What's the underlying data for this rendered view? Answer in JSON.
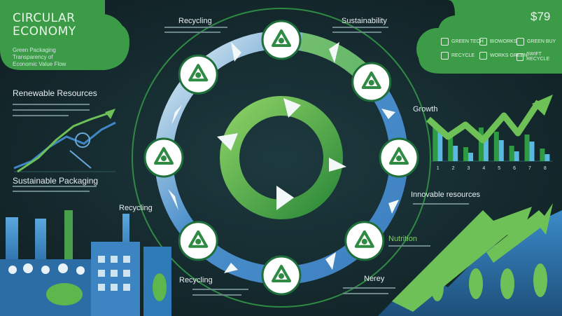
{
  "header": {
    "title_line1": "CIRCULAR",
    "title_line2": "ECONOMY",
    "subtitle_lines": [
      "Green Packaging",
      "Transparency of",
      "Economic Value Flow"
    ]
  },
  "price_tag": "$79",
  "top_labels": {
    "recycling": "Recycling",
    "sustainability": "Sustainability"
  },
  "left_labels": {
    "renewable": "Renewable Resources",
    "packaging": "Sustainable Packaging",
    "recycling_mid": "Recycling",
    "recycling_bottom": "Recycling"
  },
  "right_labels": {
    "growth": "Growth",
    "innovable": "Innovable resources",
    "nutrition": "Nutrition",
    "nerey": "Nerey"
  },
  "legend": [
    {
      "label": "GREEN TECH",
      "icon": "leaf-icon"
    },
    {
      "label": "BIOWORKS",
      "icon": "recycle-icon"
    },
    {
      "label": "GREEN BUY",
      "icon": "cart-icon"
    },
    {
      "label": "RECYCLE",
      "icon": "loop-icon"
    },
    {
      "label": "WORKS GREEN",
      "icon": "gear-icon"
    },
    {
      "label": "SWIFT RECYCLE",
      "icon": "bolt-icon"
    }
  ],
  "cycle_nodes": [
    {
      "icon": "recycle-icon"
    },
    {
      "icon": "recycled-products-icon"
    },
    {
      "icon": "bin-icon"
    },
    {
      "icon": "recycle-leaf-icon"
    },
    {
      "icon": "battery-icon"
    },
    {
      "icon": "recycle-icon"
    },
    {
      "icon": "house-leaf-icon"
    },
    {
      "icon": "recycle-icon"
    }
  ],
  "colors": {
    "background": "#14282c",
    "green": "#57b947",
    "green_dark": "#2f7f3a",
    "blue": "#3f87c6",
    "cloud": "#3c9b46"
  },
  "chart_data": {
    "type": "bar",
    "title": "Growth",
    "categories": [
      "1",
      "2",
      "3",
      "4",
      "5",
      "6",
      "7",
      "8"
    ],
    "series": [
      {
        "values": [
          55,
          35,
          20,
          48,
          42,
          22,
          38,
          18
        ]
      },
      {
        "values": [
          42,
          22,
          12,
          36,
          30,
          14,
          28,
          10
        ]
      }
    ],
    "ylim": [
      0,
      80
    ]
  }
}
